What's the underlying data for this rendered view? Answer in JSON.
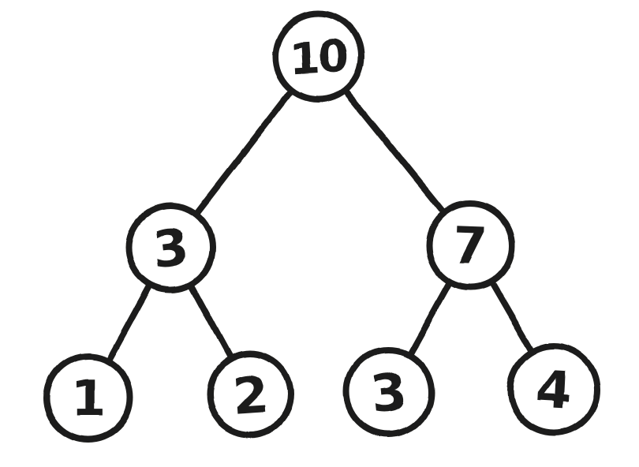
{
  "diagram": {
    "type": "binary-tree",
    "style": "hand-drawn-sketch",
    "ink_color": "#1c1c1a",
    "background_color": "#ffffff",
    "node_count": 7,
    "levels": 3,
    "nodes": [
      {
        "id": "root",
        "value": "10",
        "level": 0,
        "parent": null,
        "children": [
          "left",
          "right"
        ]
      },
      {
        "id": "left",
        "value": "3",
        "level": 1,
        "parent": "root",
        "children": [
          "left-leaf-1",
          "left-leaf-2"
        ]
      },
      {
        "id": "right",
        "value": "7",
        "level": 1,
        "parent": "root",
        "children": [
          "right-leaf-3",
          "right-leaf-4"
        ]
      },
      {
        "id": "left-leaf-1",
        "value": "1",
        "level": 2,
        "parent": "left",
        "children": []
      },
      {
        "id": "left-leaf-2",
        "value": "2",
        "level": 2,
        "parent": "left",
        "children": []
      },
      {
        "id": "right-leaf-3",
        "value": "3",
        "level": 2,
        "parent": "right",
        "children": []
      },
      {
        "id": "right-leaf-4",
        "value": "4",
        "level": 2,
        "parent": "right",
        "children": []
      }
    ],
    "edges": [
      {
        "from": "root",
        "to": "left"
      },
      {
        "from": "root",
        "to": "right"
      },
      {
        "from": "left",
        "to": "left-leaf-1"
      },
      {
        "from": "left",
        "to": "left-leaf-2"
      },
      {
        "from": "right",
        "to": "right-leaf-3"
      },
      {
        "from": "right",
        "to": "right-leaf-4"
      }
    ]
  }
}
